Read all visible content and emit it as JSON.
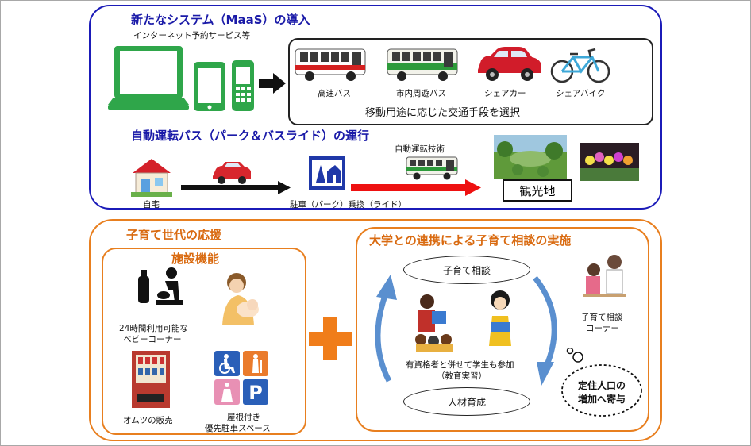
{
  "maas": {
    "title": "新たなシステム（MaaS）の導入",
    "internet_label": "インターネット予約サービス等",
    "modes": [
      {
        "label": "高速バス",
        "icon": "express-bus-icon"
      },
      {
        "label": "市内周遊バス",
        "icon": "city-bus-icon"
      },
      {
        "label": "シェアカー",
        "icon": "shared-car-icon"
      },
      {
        "label": "シェアバイク",
        "icon": "shared-bike-icon"
      }
    ],
    "modes_caption": "移動用途に応じた交通手段を選択"
  },
  "autobus": {
    "title": "自動運転バス（パーク＆バスライド）の運行",
    "home_label": "自宅",
    "park_label": "駐車（パーク）乗換（ライド）",
    "tech_label": "自動運転技術",
    "sightseeing_label": "観光地"
  },
  "childcare": {
    "title": "子育て世代の応援",
    "facility": {
      "title": "施設機能",
      "baby_corner_line1": "24時間利用可能な",
      "baby_corner_line2": "ベビーコーナー",
      "diaper_label": "オムツの販売",
      "parking_line1": "屋根付き",
      "parking_line2": "優先駐車スペース"
    },
    "university": {
      "title": "大学との連携による子育て相談の実施",
      "consult_oval": "子育て相談",
      "training_oval": "人材育成",
      "students_line1": "有資格者と併せて学生も参加",
      "students_line2": "（教育実習）",
      "corner_line1": "子育て相談",
      "corner_line2": "コーナー"
    },
    "contribution_line1": "定住人口の",
    "contribution_line2": "増加へ寄与"
  },
  "colors": {
    "maas_border": "#1b1bb8",
    "child_border": "#e87f1f",
    "plus": "#f07d1a",
    "arrow_red": "#ee1111",
    "cycle_arrow": "#5a8fcf"
  }
}
